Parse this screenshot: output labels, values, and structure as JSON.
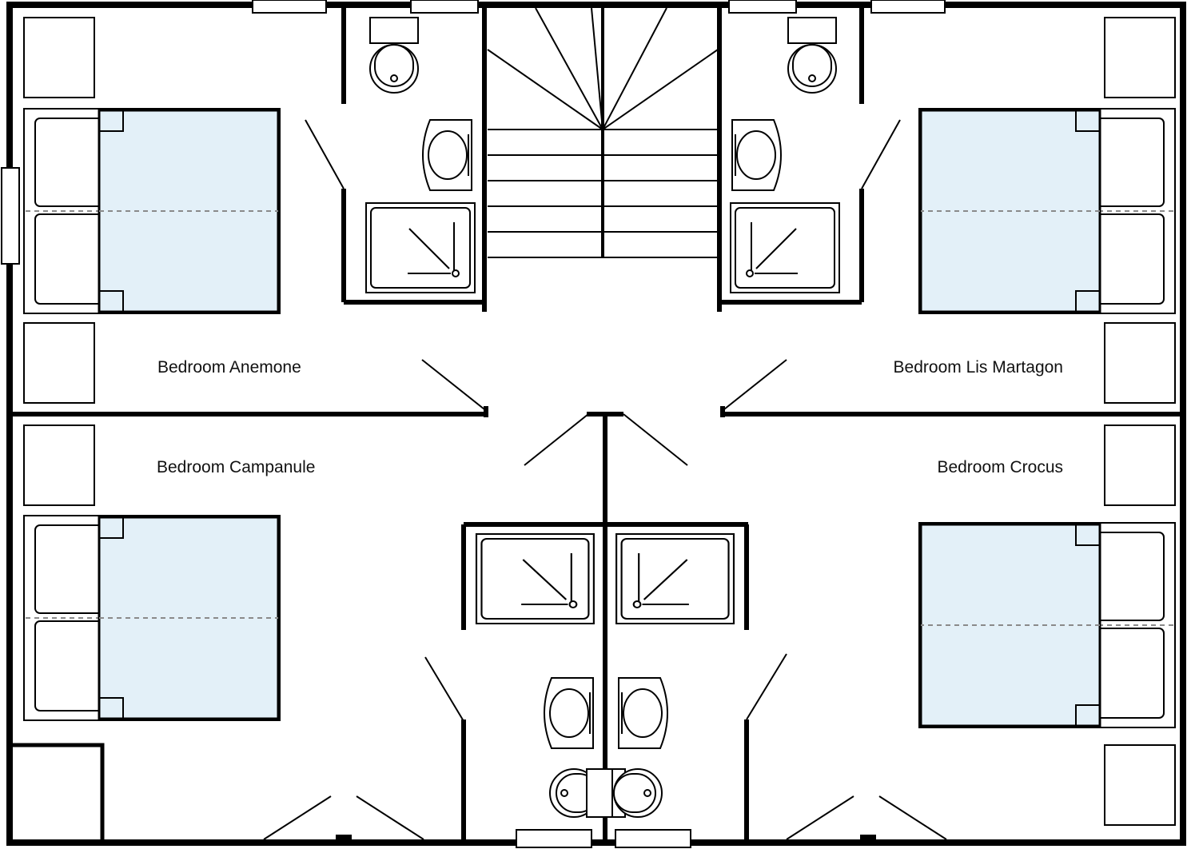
{
  "colors": {
    "wall": "#000000",
    "duvet": "#e3f0f8",
    "background": "#ffffff",
    "pillow_line": "#8a8a8a"
  },
  "rooms": [
    {
      "id": "anemone",
      "label": "Bedroom Anemone"
    },
    {
      "id": "lis-martagon",
      "label": "Bedroom Lis Martagon"
    },
    {
      "id": "campanule",
      "label": "Bedroom Campanule"
    },
    {
      "id": "crocus",
      "label": "Bedroom Crocus"
    }
  ]
}
